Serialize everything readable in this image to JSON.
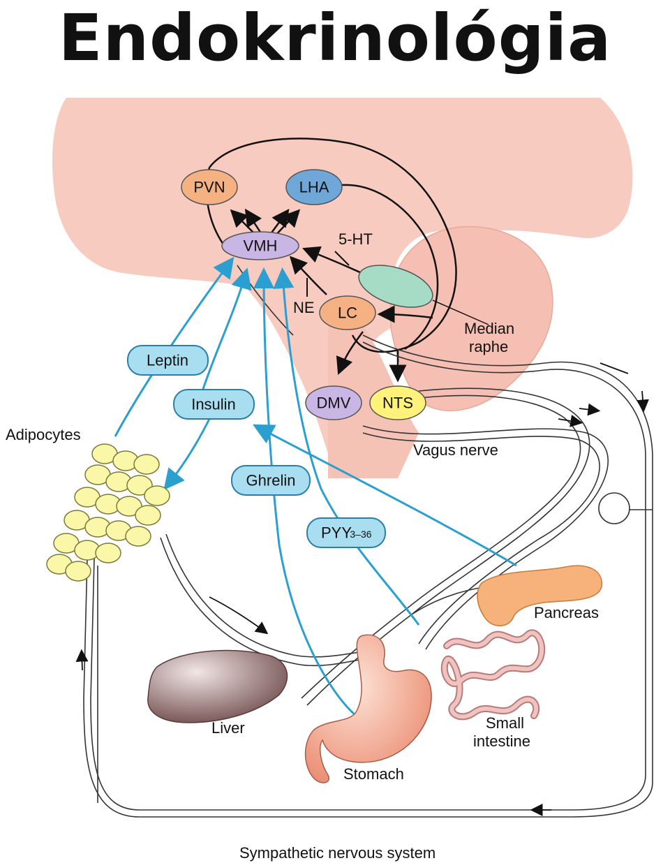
{
  "title": "Endokrinológia",
  "nodes": {
    "pvn": "PVN",
    "lha": "LHA",
    "vmh": "VMH",
    "lc": "LC",
    "dmv": "DMV",
    "nts": "NTS"
  },
  "labels": {
    "five_ht": "5-HT",
    "ne": "NE",
    "median_raphe_1": "Median",
    "median_raphe_2": "raphe",
    "vagus_nerve": "Vagus nerve",
    "adipocytes": "Adipocytes",
    "liver": "Liver",
    "stomach": "Stomach",
    "pancreas": "Pancreas",
    "small_intestine_1": "Small",
    "small_intestine_2": "intestine",
    "sympathetic": "Sympathetic nervous system"
  },
  "hormones": {
    "leptin": "Leptin",
    "insulin": "Insulin",
    "ghrelin": "Ghrelin",
    "pyy": "PYY",
    "pyy_sub": "3–36"
  },
  "colors": {
    "brain": "#f7cbc0",
    "orange_node": "#f6b183",
    "blue_node": "#6fa8d8",
    "purple_node": "#c9b6e4",
    "yellow_node": "#fff27a",
    "green_node": "#a6dcc6",
    "hormone_box": "#a9def0",
    "arrow_blue": "#2a9fd0",
    "adipocyte": "#fbf7a8",
    "liver": "#8a6a6a",
    "stomach": "#f3a58a",
    "pancreas": "#f6b27a",
    "intestine": "#eec3c0"
  }
}
